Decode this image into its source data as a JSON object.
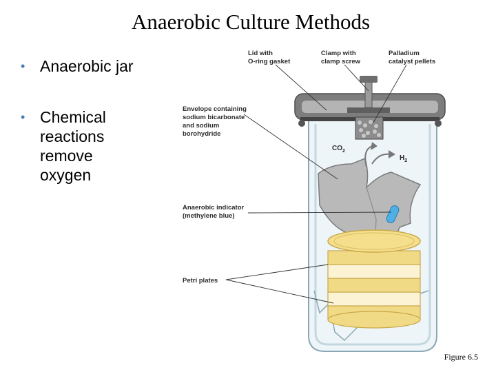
{
  "title": "Anaerobic Culture Methods",
  "bullets": [
    {
      "text": "Anaerobic jar"
    },
    {
      "text": "Chemical reactions remove oxygen"
    }
  ],
  "diagram": {
    "labels": {
      "lid_line1": "Lid with",
      "lid_line2": "O-ring gasket",
      "clamp_line1": "Clamp with",
      "clamp_line2": "clamp screw",
      "palladium_line1": "Palladium",
      "palladium_line2": "catalyst pellets",
      "envelope_line1": "Envelope containing",
      "envelope_line2": "sodium bicarbonate",
      "envelope_line3": "and sodium",
      "envelope_line4": "borohydride",
      "indicator_line1": "Anaerobic indicator",
      "indicator_line2": "(methylene blue)",
      "petri": "Petri plates",
      "co2": "CO",
      "co2_sub": "2",
      "h2": "H",
      "h2_sub": "2"
    },
    "colors": {
      "lid": "#7d7d7d",
      "glass": "#d7e6ee",
      "plate": "#f1da86",
      "plate_edge": "#c9a94a",
      "indicator": "#4fb0e6"
    }
  },
  "figure_label": "Figure 6.5"
}
